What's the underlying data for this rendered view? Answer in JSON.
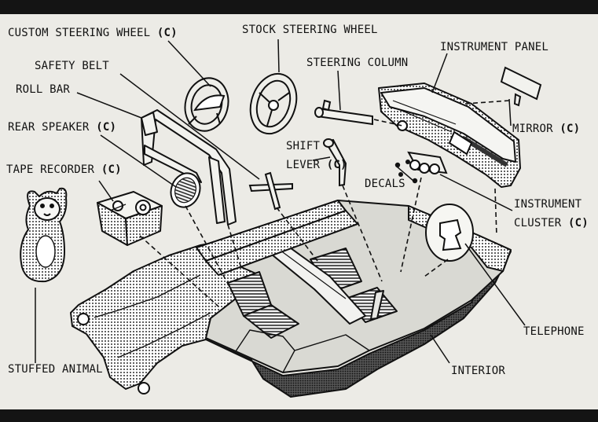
{
  "diagram": {
    "labels": {
      "custom_steering_wheel": "CUSTOM STEERING WHEEL",
      "custom_steering_wheel_tag": "(C)",
      "stock_steering_wheel": "STOCK STEERING WHEEL",
      "safety_belt": "SAFETY BELT",
      "steering_column": "STEERING COLUMN",
      "instrument_panel": "INSTRUMENT PANEL",
      "roll_bar": "ROLL BAR",
      "rear_speaker": "REAR SPEAKER",
      "rear_speaker_tag": "(C)",
      "mirror": "MIRROR",
      "mirror_tag": "(C)",
      "shift": "SHIFT",
      "lever": "LEVER",
      "lever_tag": "(C)",
      "tape_recorder": "TAPE RECORDER",
      "tape_recorder_tag": "(C)",
      "decals": "DECALS",
      "instrument": "INSTRUMENT",
      "cluster": "CLUSTER",
      "cluster_tag": "(C)",
      "telephone": "TELEPHONE",
      "stuffed_animal": "STUFFED ANIMAL",
      "interior": "INTERIOR"
    },
    "colors": {
      "ink": "#111111",
      "paper": "#ecebe6",
      "part_fill": "#dcdcd6"
    }
  }
}
